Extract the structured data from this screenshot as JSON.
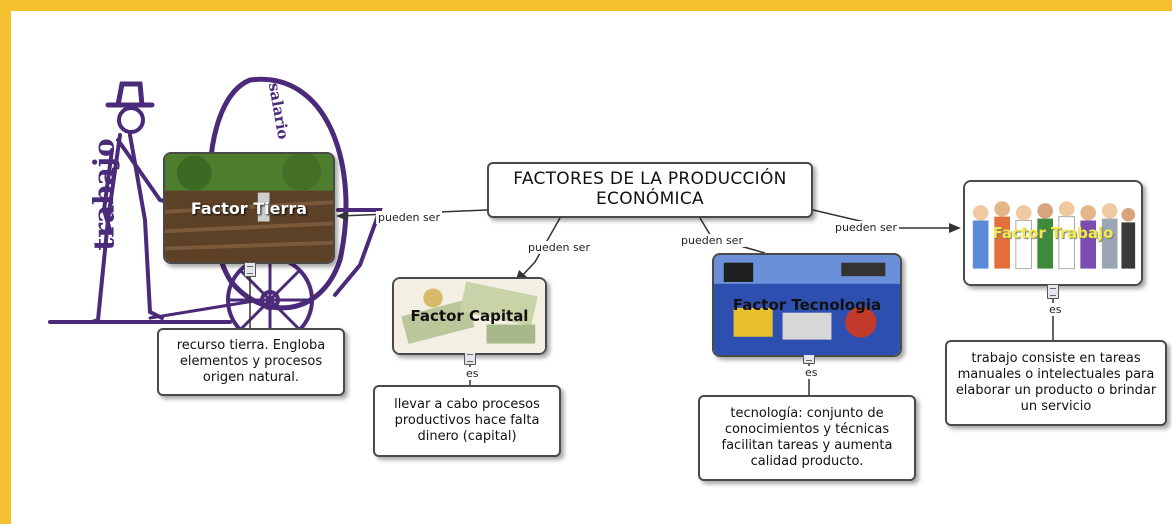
{
  "central": {
    "line1": "FACTORES DE LA PRODUCCIÓN",
    "line2": "ECONÓMICA"
  },
  "links": {
    "pueden_ser": "pueden ser",
    "es": "es"
  },
  "background_words": {
    "trabajo": "trabajo",
    "salario": "salario"
  },
  "nodes": {
    "tierra": {
      "title": "Factor Tierra",
      "description": "recurso tierra. Engloba elementos y procesos origen natural."
    },
    "capital": {
      "title": "Factor Capital",
      "description": "llevar a cabo procesos productivos hace falta dinero (capital)"
    },
    "tecnologia": {
      "title": "Factor Tecnologia",
      "description": "tecnología: conjunto de conocimientos y técnicas facilitan tareas y aumenta calidad producto."
    },
    "trabajo": {
      "title": "Factor Trabajo",
      "description": "trabajo consiste en tareas manuales o intelectuales para elaborar un producto o brindar un servicio"
    }
  },
  "colors": {
    "frame": "#f6c12f",
    "drawing": "#4b2a7a",
    "node_border": "#4a4a4a"
  },
  "icons": [
    "resource-icon",
    "arrow-head-icon"
  ]
}
